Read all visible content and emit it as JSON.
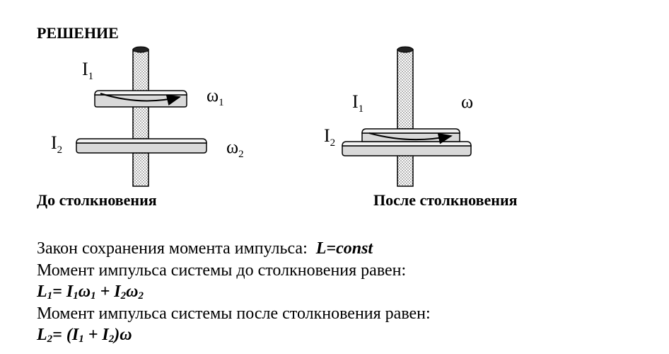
{
  "heading": "РЕШЕНИЕ",
  "figure": {
    "before": {
      "caption": "До столкновения",
      "i1": "I",
      "i1_sub": "1",
      "i2": "I",
      "i2_sub": "2",
      "w1": "ω",
      "w1_sub": "1",
      "w2": "ω",
      "w2_sub": "2"
    },
    "after": {
      "caption": "После столкновения",
      "i1": "I",
      "i1_sub": "1",
      "i2": "I",
      "i2_sub": "2",
      "w": "ω"
    }
  },
  "text": {
    "law_label": "Закон сохранения момента импульса:",
    "law_formula": "L=const",
    "before_label": "Момент импульса системы до столкновения равен:",
    "f1": {
      "L": "L",
      "Lsub": "1",
      "eq": "= ",
      "a": "I",
      "asub": "1",
      "b": "ω",
      "bsub": "1",
      "plus": " + ",
      "c": "I",
      "csub": "2",
      "d": "ω",
      "dsub": "2"
    },
    "after_label": "Момент импульса системы после столкновения равен:",
    "f2": {
      "L": "L",
      "Lsub": "2",
      "eq": "= (",
      "a": "I",
      "asub": "1",
      "plus": " + ",
      "c": "I",
      "csub": "2",
      "close": ")ω"
    }
  }
}
